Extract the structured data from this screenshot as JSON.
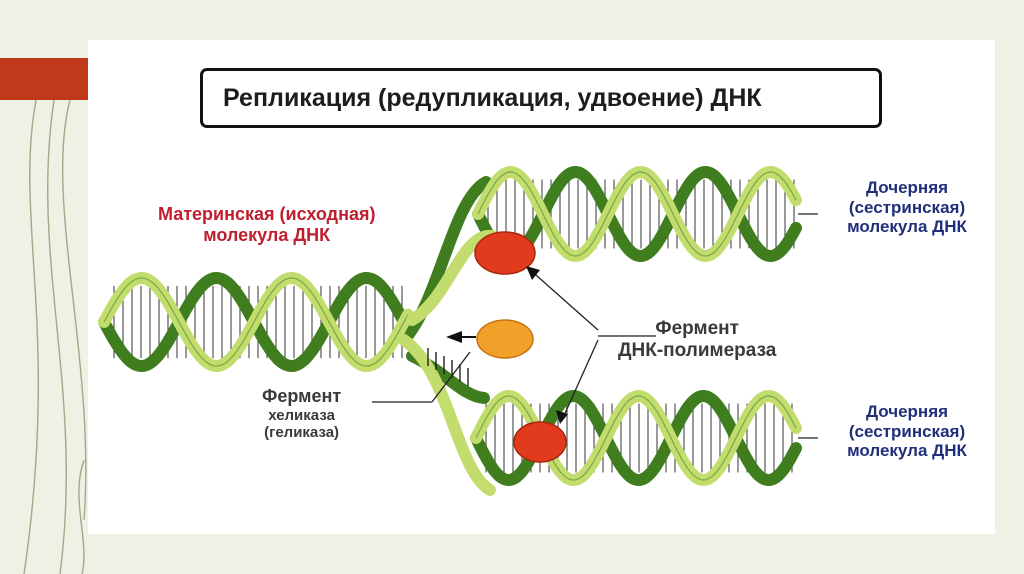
{
  "title": "Репликация (редупликация, удвоение) ДНК",
  "labels": {
    "mother_line1": "Материнская (исходная)",
    "mother_line2": "молекула ДНК",
    "daughter_top_line1": "Дочерняя",
    "daughter_top_line2": "(сестринская)",
    "daughter_top_line3": "молекула ДНК",
    "daughter_bottom_line1": "Дочерняя",
    "daughter_bottom_line2": "(сестринская)",
    "daughter_bottom_line3": "молекула ДНК",
    "polymerase_line1": "Фермент",
    "polymerase_line2": "ДНК-полимераза",
    "helicase_line1": "Фермент",
    "helicase_line2": "хеликаза",
    "helicase_line3": "(геликаза)"
  },
  "colors": {
    "slide_background": "#eef1e4",
    "accent": "#c0391b",
    "strand_dark": "#3f7d1f",
    "strand_light": "#c3dc6e",
    "enzyme_orange": "#f3a02a",
    "enzyme_red": "#e23a1d",
    "mother_text": "#c01e2e",
    "daughter_text": "#1f2f7a"
  }
}
